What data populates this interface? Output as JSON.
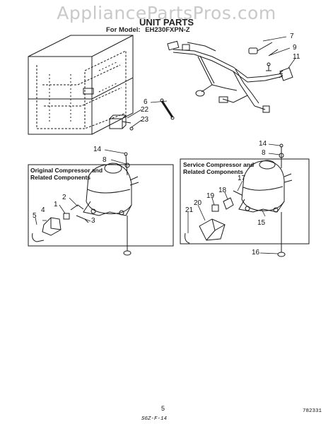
{
  "watermark": "AppliancePartsPros.com",
  "title": "UNIT PARTS",
  "model": {
    "prefix": "For Model:",
    "number": "EH230FXPN-Z"
  },
  "callouts": [
    {
      "id": "c7",
      "label": "7"
    },
    {
      "id": "c9",
      "label": "9"
    },
    {
      "id": "c11",
      "label": "11"
    },
    {
      "id": "c6",
      "label": "6"
    },
    {
      "id": "c22",
      "label": "22"
    },
    {
      "id": "c23",
      "label": "23"
    },
    {
      "id": "c14a",
      "label": "14"
    },
    {
      "id": "c8a",
      "label": "8"
    },
    {
      "id": "c2",
      "label": "2"
    },
    {
      "id": "c1",
      "label": "1"
    },
    {
      "id": "c3",
      "label": "3"
    },
    {
      "id": "c5",
      "label": "5"
    },
    {
      "id": "c4",
      "label": "4"
    },
    {
      "id": "c14b",
      "label": "14"
    },
    {
      "id": "c8b",
      "label": "8"
    },
    {
      "id": "c17",
      "label": "17"
    },
    {
      "id": "c18",
      "label": "18"
    },
    {
      "id": "c19",
      "label": "19"
    },
    {
      "id": "c20",
      "label": "20"
    },
    {
      "id": "c21",
      "label": "21"
    },
    {
      "id": "c15",
      "label": "15"
    },
    {
      "id": "c16",
      "label": "16"
    }
  ],
  "boxes": {
    "original": {
      "line1": "Original Compressor and",
      "line2": "Related Components"
    },
    "service": {
      "line1": "Service Compressor and",
      "line2": "Related Components"
    }
  },
  "footer": {
    "page": "5",
    "code_right": "782331",
    "code_bottom": "S6Z-F-14"
  }
}
